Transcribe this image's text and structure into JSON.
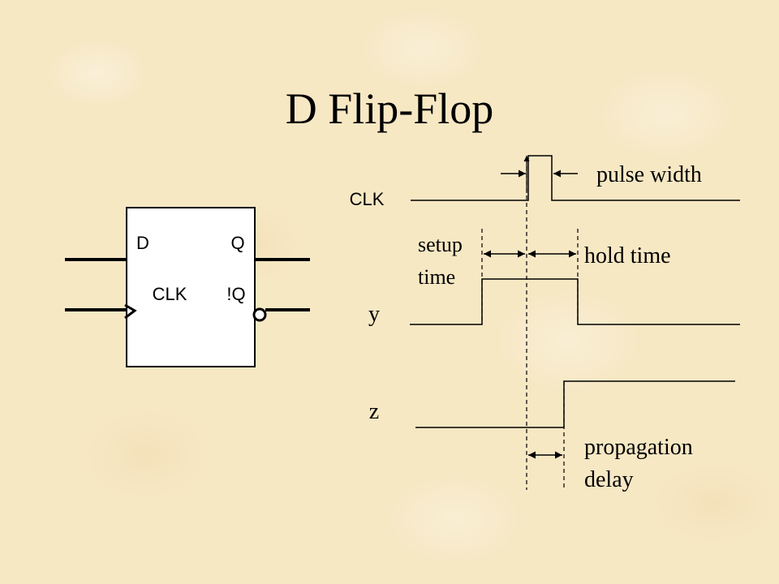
{
  "slide": {
    "title": "D Flip-Flop"
  },
  "flipflop": {
    "pin_d": "D",
    "pin_q": "Q",
    "pin_clk": "CLK",
    "pin_qbar": "!Q"
  },
  "timing": {
    "signal_clk": "CLK",
    "signal_y": "y",
    "signal_z": "z",
    "pulse_width": "pulse width",
    "setup_line1": "setup",
    "setup_line2": "time",
    "hold_time": "hold time",
    "propagation_line1": "propagation",
    "propagation_line2": "delay"
  },
  "colors": {
    "background": "#f7e8c4",
    "ink": "#000000"
  }
}
